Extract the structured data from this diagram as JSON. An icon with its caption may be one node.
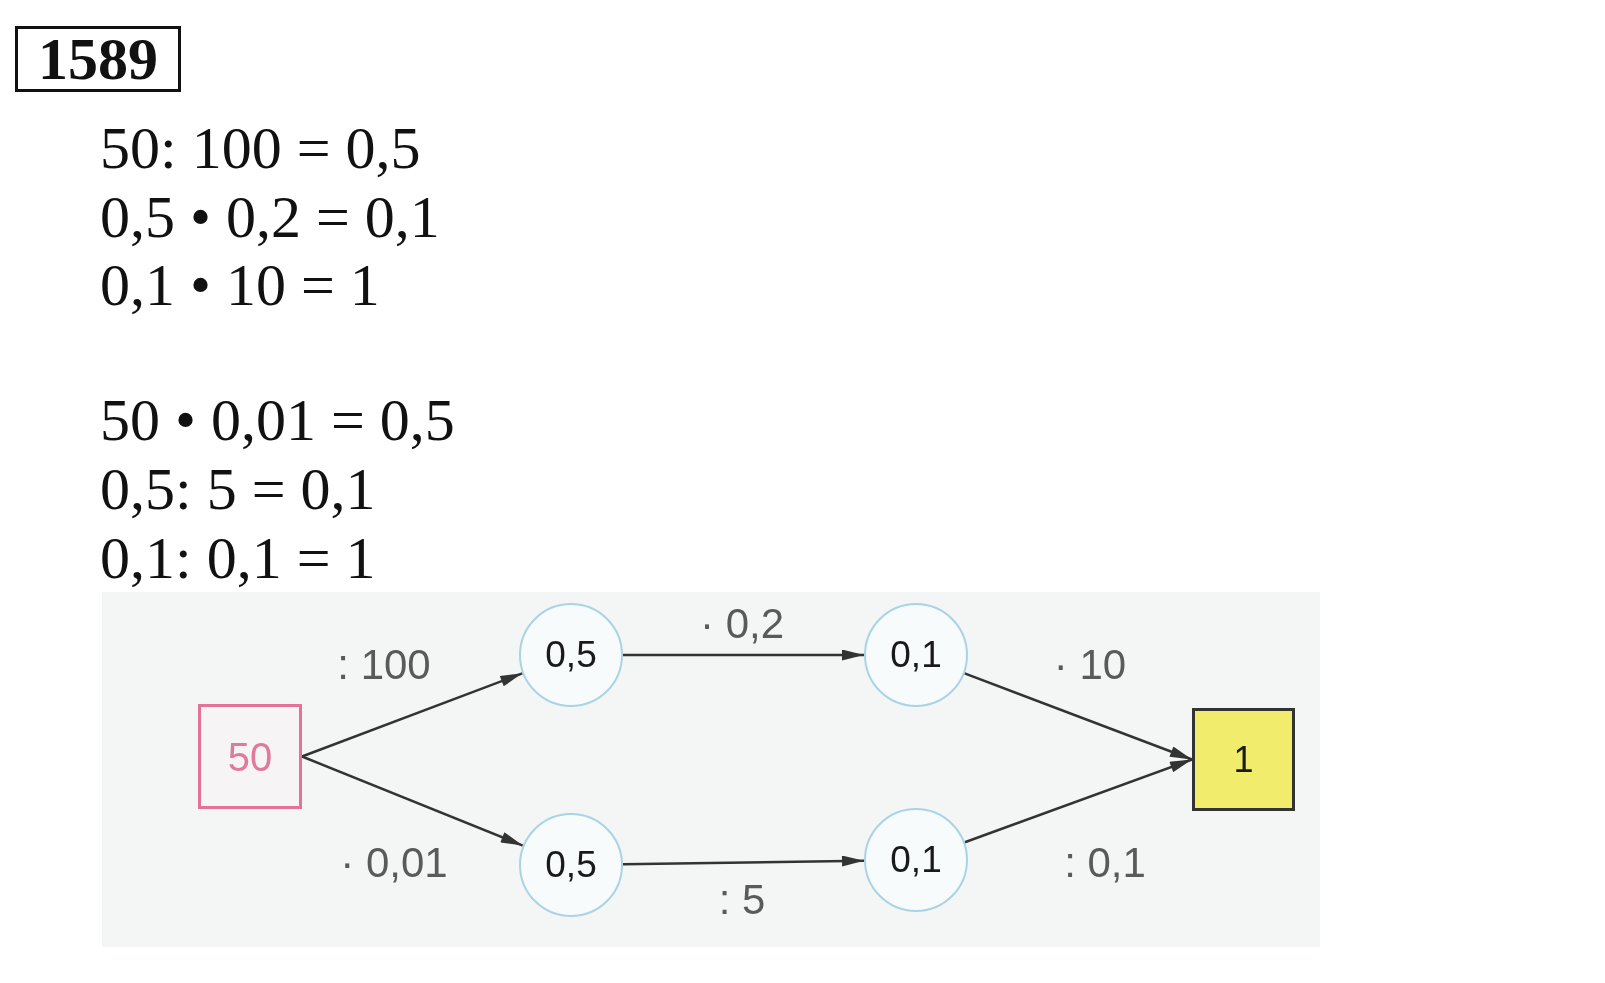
{
  "diagram": {
    "title": "1589",
    "nodes": [
      {
        "text": [
          "50"
        ]
      },
      {
        "text": [
          "0,5"
        ]
      },
      {
        "text": [
          "0,1"
        ]
      },
      {
        "text": [
          "0,5"
        ]
      },
      {
        "text": [
          "0,1"
        ]
      },
      {
        "text": [
          "1"
        ]
      }
    ],
    "edges": [
      {
        "from": 0,
        "to": 1,
        "arrow": "to",
        "label": ": 100"
      },
      {
        "from": 1,
        "to": 2,
        "arrow": "to",
        "label": "· 0,2"
      },
      {
        "from": 2,
        "to": 5,
        "arrow": "to",
        "label": "· 10"
      },
      {
        "from": 0,
        "to": 3,
        "arrow": "to",
        "label": "· 0,01"
      },
      {
        "from": 3,
        "to": 4,
        "arrow": "to",
        "label": ": 5"
      },
      {
        "from": 4,
        "to": 5,
        "arrow": "to",
        "label": ": 0,1"
      }
    ],
    "labels": [
      "50: 100 = 0,5",
      "0,5 • 0,2 = 0,1",
      "0,1 • 10 = 1",
      "50 • 0,01 = 0,5",
      "0,5: 5 = 0,1",
      "0,1: 0,1 = 1"
    ]
  }
}
